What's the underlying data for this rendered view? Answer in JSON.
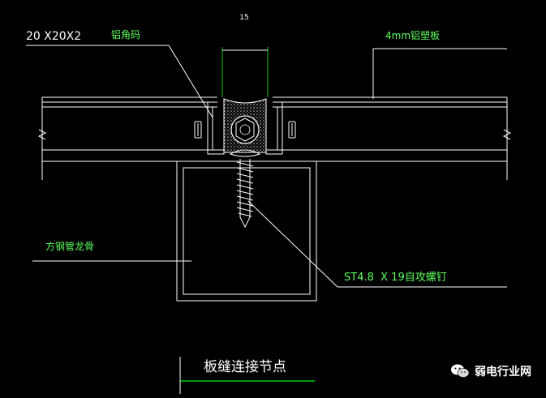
{
  "drawing": {
    "dimension_label": "15",
    "angle_label_size": "20 X20X2",
    "angle_label_name": "铝角码",
    "panel_label": "4mm铝塑板",
    "tube_label": "方钢管龙骨",
    "screw_label": "ST4.8  X 19自攻螺钉",
    "title": "板缝连接节点"
  },
  "watermark": {
    "text": "弱电行业网",
    "logo_icon": "wechat-logo-icon"
  },
  "colors": {
    "background": "#000000",
    "line": "#ffffff",
    "text_white": "#ffffff",
    "text_green": "#5cff5c",
    "accent_green": "#00cc00"
  }
}
